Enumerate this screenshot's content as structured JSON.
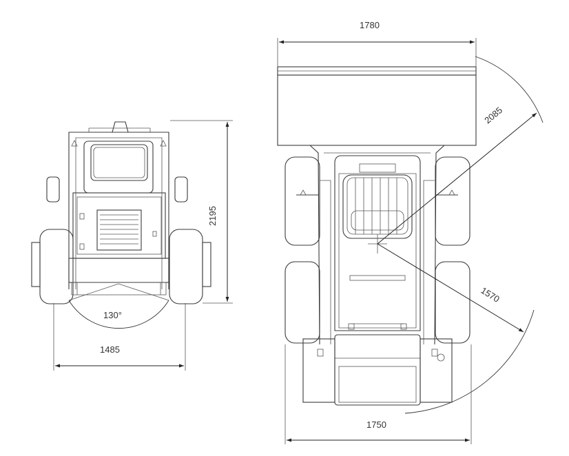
{
  "views": {
    "front": {
      "height_label": "2195",
      "width_label": "1485",
      "angle_label": "130°"
    },
    "top": {
      "bucket_width_label": "1780",
      "body_width_label": "1750",
      "outer_radius_label": "2085",
      "rear_radius_label": "1570"
    }
  },
  "colors": {
    "line": "#3a3a3a",
    "dimension": "#222222"
  }
}
